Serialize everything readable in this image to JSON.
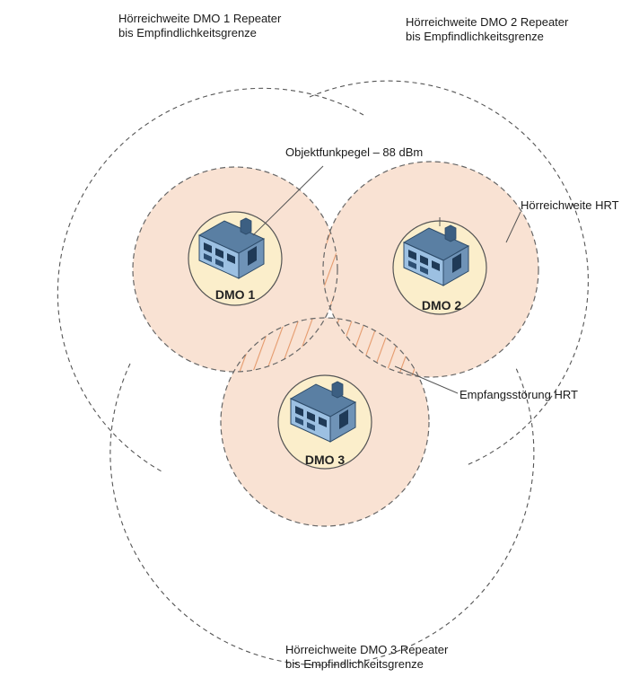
{
  "labels": {
    "dmo1_repeater_line1": "Hörreichweite DMO 1 Repeater",
    "dmo1_repeater_line2": "bis Empfindlichkeitsgrenze",
    "dmo2_repeater_line1": "Hörreichweite DMO 2 Repeater",
    "dmo2_repeater_line2": "bis Empfindlichkeitsgrenze",
    "dmo3_repeater_line1": "Hörreichweite DMO 3  Repeater",
    "dmo3_repeater_line2": "bis Empfindlichkeitsgrenze",
    "objektfunkpegel": "Objektfunkpegel – 88 dBm",
    "hoerreichweite_hrt": "Hörreichweite HRT",
    "empfangsstoerung_hrt": "Empfangsstörung HRT"
  },
  "stations": [
    {
      "name": "DMO 1"
    },
    {
      "name": "DMO 2"
    },
    {
      "name": "DMO 3"
    }
  ],
  "colors": {
    "zone_fill": "#f9e2d3",
    "inner_fill": "#fbeecb",
    "hatch": "#e59a6c",
    "line": "#555555",
    "building_roof": "#4a6d8e",
    "building_wall": "#8fb3d6",
    "building_window": "#1f3a57"
  }
}
